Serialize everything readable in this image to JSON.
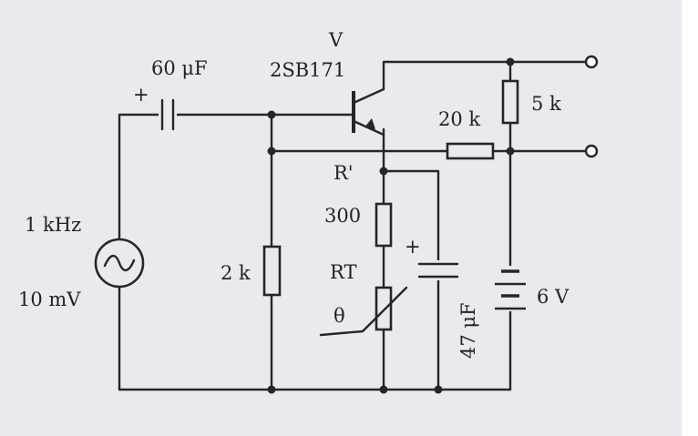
{
  "labels": {
    "transistor_ref": "V",
    "transistor_model": "2SB171",
    "input_capacitor": "60 μF",
    "capacitor_plus": "+",
    "source_frequency": "1 kHz",
    "source_voltage": "10 mV",
    "base_resistor": "2 k",
    "feedback_resistor": "20 k",
    "collector_resistor": "5 k",
    "emitter_node": "R'",
    "emitter_resistor": "300",
    "thermistor": "RT",
    "theta": "θ",
    "emitter_capacitor": "47 μF",
    "electrolytic_plus": "+",
    "battery": "6 V"
  }
}
